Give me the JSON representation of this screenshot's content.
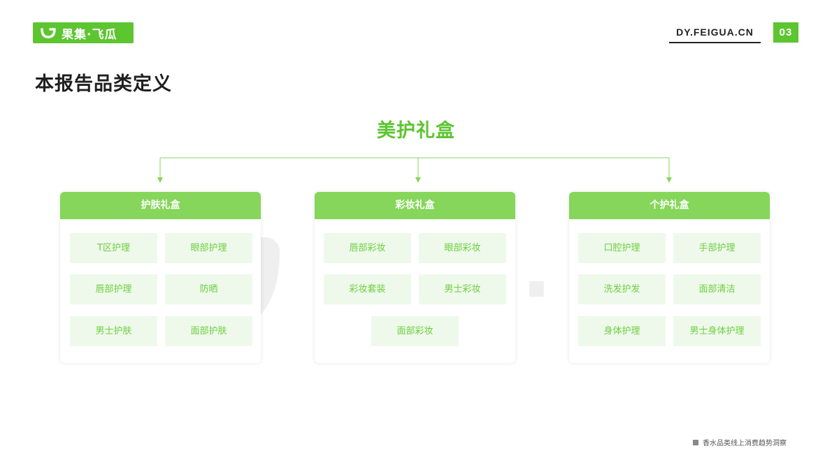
{
  "header": {
    "logo_text": "果集·飞瓜",
    "site_url": "DY.FEIGUA.CN",
    "page_number": "03"
  },
  "page_title": "本报告品类定义",
  "watermark_text": "果集·飞瓜",
  "tree": {
    "root": "美护礼盒",
    "categories": [
      {
        "title": "护肤礼盒",
        "items": [
          "T区护理",
          "眼部护理",
          "唇部护理",
          "防晒",
          "男士护肤",
          "面部护肤"
        ]
      },
      {
        "title": "彩妆礼盒",
        "items": [
          "唇部彩妆",
          "眼部彩妆",
          "彩妆套装",
          "男士彩妆",
          "面部彩妆"
        ]
      },
      {
        "title": "个护礼盒",
        "items": [
          "口腔护理",
          "手部护理",
          "洗发护发",
          "面部清洁",
          "身体护理",
          "男士身体护理"
        ]
      }
    ]
  },
  "footer": {
    "text": "香水品类线上消费趋势洞察"
  },
  "colors": {
    "brand_green": "#5cc530",
    "header_green": "#85d65a",
    "tag_text": "#6dcf3e"
  }
}
